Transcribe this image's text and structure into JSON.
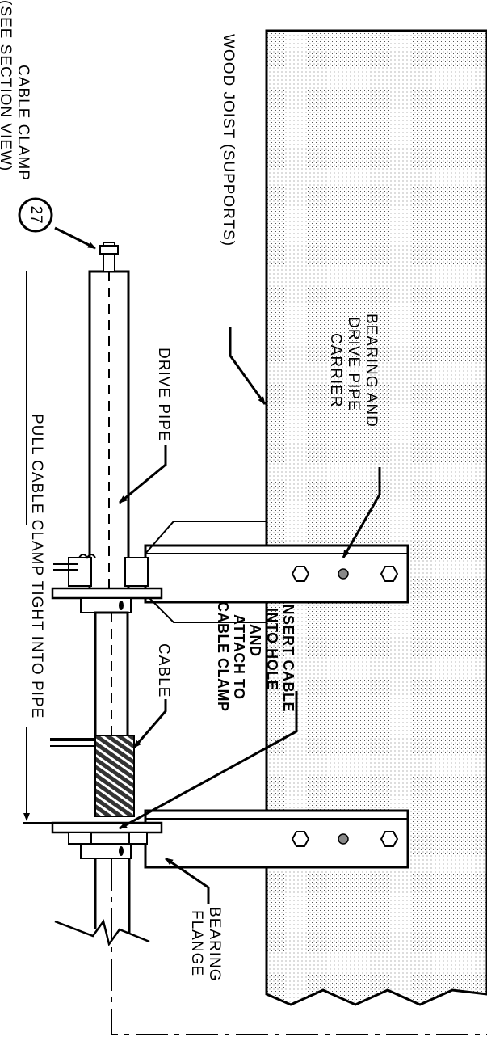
{
  "labels": {
    "wood_joist": "WOOD JOIST (SUPPORTS)",
    "bearing_carrier": [
      "BEARING AND",
      "DRIVE PIPE",
      "CARRIER"
    ],
    "cable_clamp": [
      "CABLE CLAMP",
      "(SEE SECTION VIEW)"
    ],
    "callout_number": "27",
    "drive_pipe": "DRIVE PIPE",
    "pull_cable": "PULL CABLE CLAMP TIGHT INTO PIPE",
    "insert_cable": [
      "INSERT CABLE",
      "INTO HOLE",
      "AND",
      "ATTACH TO",
      "CABLE CLAMP"
    ],
    "cable": "CABLE",
    "bearing_flange": [
      "BEARING",
      "FLANGE"
    ]
  }
}
